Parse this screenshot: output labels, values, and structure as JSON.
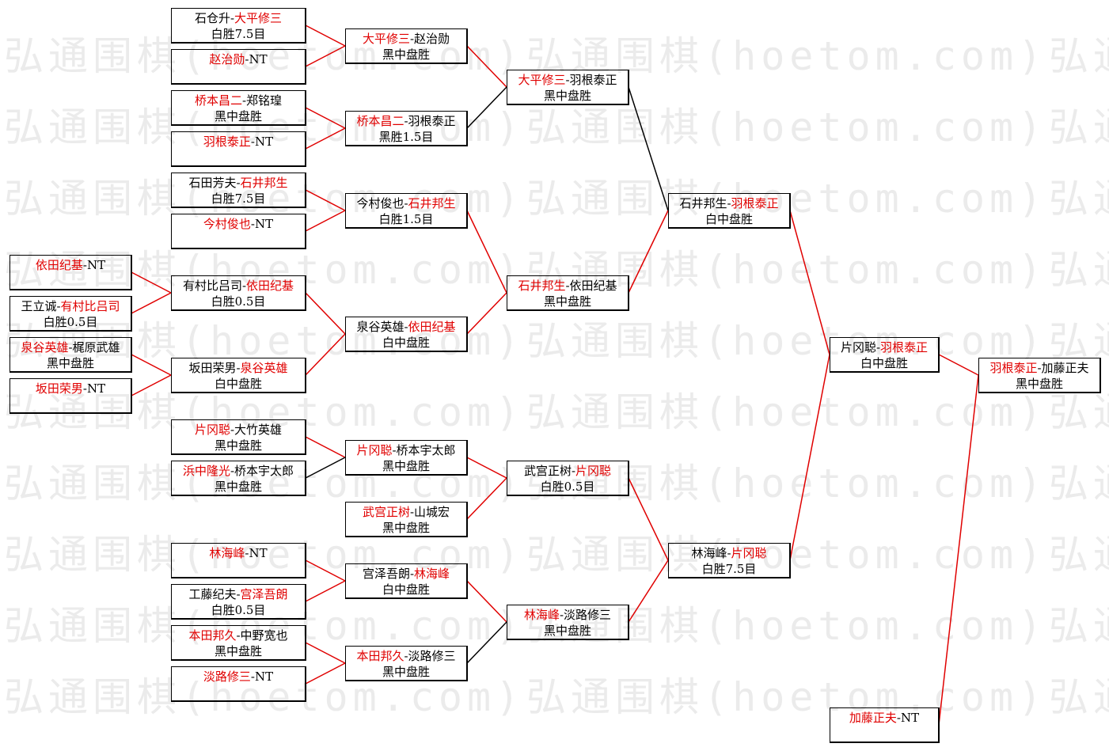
{
  "separator": "-",
  "watermark": "弘通围棋(hoetom.com)",
  "colors": {
    "red": "#e00000",
    "black": "#000000",
    "watermark": "#ebebeb"
  },
  "rounds": [
    [
      {
        "p1": "依田纪基",
        "p2": "NT",
        "highlight": 1,
        "line": "red"
      },
      {
        "p1": "王立诚",
        "p2": "有村比吕司",
        "result": "白胜0.5目",
        "highlight": 2,
        "line": "red"
      },
      {
        "p1": "泉谷英雄",
        "p2": "梶原武雄",
        "result": "黑中盘胜",
        "highlight": 1,
        "line": "red"
      },
      {
        "p1": "坂田荣男",
        "p2": "NT",
        "highlight": 1,
        "line": "red"
      }
    ],
    [
      {
        "p1": "石仓升",
        "p2": "大平修三",
        "result": "白胜7.5目",
        "highlight": 2,
        "line": "red"
      },
      {
        "p1": "赵治勋",
        "p2": "NT",
        "highlight": 1,
        "line": "red"
      },
      {
        "p1": "桥本昌二",
        "p2": "郑铭瑝",
        "result": "黑中盘胜",
        "highlight": 1,
        "line": "red"
      },
      {
        "p1": "羽根泰正",
        "p2": "NT",
        "highlight": 1,
        "line": "red"
      },
      {
        "p1": "石田芳夫",
        "p2": "石井邦生",
        "result": "白胜7.5目",
        "highlight": 2,
        "line": "red"
      },
      {
        "p1": "今村俊也",
        "p2": "NT",
        "highlight": 1,
        "line": "red"
      },
      {
        "p1": "有村比吕司",
        "p2": "依田纪基",
        "result": "白胜0.5目",
        "highlight": 2,
        "line": "red"
      },
      {
        "p1": "坂田荣男",
        "p2": "泉谷英雄",
        "result": "白中盘胜",
        "highlight": 2,
        "line": "red"
      },
      {
        "p1": "片冈聪",
        "p2": "大竹英雄",
        "result": "黑中盘胜",
        "highlight": 1,
        "line": "red"
      },
      {
        "p1": "浜中隆光",
        "p2": "桥本宇太郎",
        "result": "黑中盘胜",
        "highlight": 1,
        "line": "black"
      },
      {
        "p1": "林海峰",
        "p2": "NT",
        "highlight": 1,
        "line": "red"
      },
      {
        "p1": "工藤纪夫",
        "p2": "宫泽吾朗",
        "result": "白胜0.5目",
        "highlight": 2,
        "line": "red"
      },
      {
        "p1": "本田邦久",
        "p2": "中野宽也",
        "result": "黑中盘胜",
        "highlight": 1,
        "line": "red"
      },
      {
        "p1": "淡路修三",
        "p2": "NT",
        "highlight": 1,
        "line": "red"
      }
    ],
    [
      {
        "p1": "大平修三",
        "p2": "赵治勋",
        "result": "黑中盘胜",
        "highlight": 1,
        "line": "red"
      },
      {
        "p1": "桥本昌二",
        "p2": "羽根泰正",
        "result": "黑胜1.5目",
        "highlight": 1,
        "line": "black"
      },
      {
        "p1": "今村俊也",
        "p2": "石井邦生",
        "result": "白胜1.5目",
        "highlight": 2,
        "line": "red"
      },
      {
        "p1": "泉谷英雄",
        "p2": "依田纪基",
        "result": "白中盘胜",
        "highlight": 2,
        "line": "red"
      },
      {
        "p1": "片冈聪",
        "p2": "桥本宇太郎",
        "result": "黑中盘胜",
        "highlight": 1,
        "line": "red"
      },
      {
        "p1": "武宫正树",
        "p2": "山城宏",
        "result": "黑中盘胜",
        "highlight": 1,
        "line": "red"
      },
      {
        "p1": "宫泽吾朗",
        "p2": "林海峰",
        "result": "白中盘胜",
        "highlight": 2,
        "line": "red"
      },
      {
        "p1": "本田邦久",
        "p2": "淡路修三",
        "result": "黑中盘胜",
        "highlight": 1,
        "line": "black"
      }
    ],
    [
      {
        "p1": "大平修三",
        "p2": "羽根泰正",
        "result": "黑中盘胜",
        "highlight": 1,
        "line": "black"
      },
      {
        "p1": "石井邦生",
        "p2": "依田纪基",
        "result": "黑中盘胜",
        "highlight": 1,
        "line": "red"
      },
      {
        "p1": "武宫正树",
        "p2": "片冈聪",
        "result": "白胜0.5目",
        "highlight": 2,
        "line": "red"
      },
      {
        "p1": "林海峰",
        "p2": "淡路修三",
        "result": "黑中盘胜",
        "highlight": 1,
        "line": "red"
      }
    ],
    [
      {
        "p1": "石井邦生",
        "p2": "羽根泰正",
        "result": "白中盘胜",
        "highlight": 2,
        "line": "red"
      },
      {
        "p1": "林海峰",
        "p2": "片冈聪",
        "result": "白胜7.5目",
        "highlight": 2,
        "line": "red"
      }
    ],
    [
      {
        "p1": "片冈聪",
        "p2": "羽根泰正",
        "result": "白中盘胜",
        "highlight": 2,
        "line": "red"
      },
      {
        "p1": "加藤正夫",
        "p2": "NT",
        "highlight": 1,
        "line": "red"
      }
    ],
    [
      {
        "p1": "羽根泰正",
        "p2": "加藤正夫",
        "result": "黑中盘胜",
        "highlight": 1
      }
    ]
  ]
}
